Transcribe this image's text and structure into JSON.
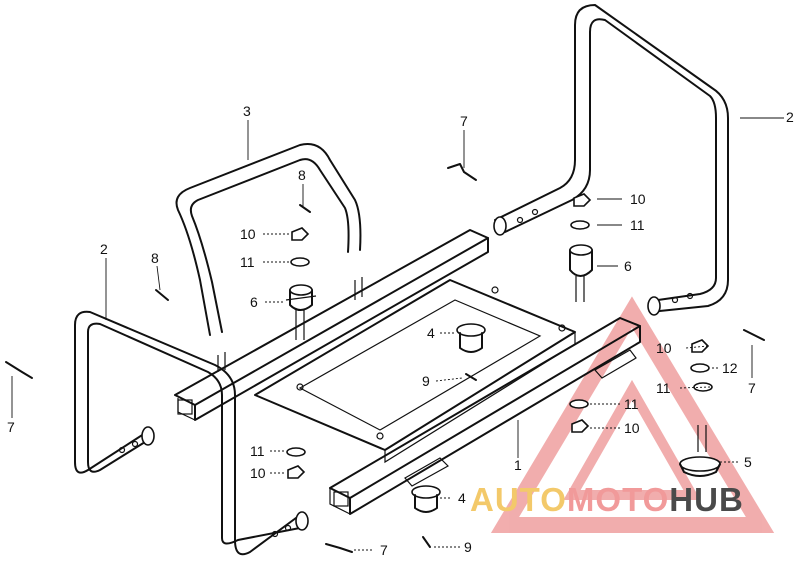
{
  "callouts": {
    "c2_top": "2",
    "c3": "3",
    "c7_top": "7",
    "c8_mid": "8",
    "c10_mid": "10",
    "c11_mid": "11",
    "c6_mid": "6",
    "c2_left": "2",
    "c8_left": "8",
    "c10_r1": "10",
    "c11_r1": "11",
    "c6_r": "6",
    "c4_mid": "4",
    "c9_mid": "9",
    "c7_left": "7",
    "c11_low": "11",
    "c10_low": "10",
    "c1": "1",
    "c4_low": "4",
    "c7_low": "7",
    "c9_low": "9",
    "c11_r2": "11",
    "c10_r2": "10",
    "c10_r3": "10",
    "c12": "12",
    "c11_r3": "11",
    "c7_right": "7",
    "c5": "5"
  },
  "watermark": {
    "part1": "AUTO",
    "part2": "MOTO",
    "part3": "HUB",
    "color_auto": "#f3c96a",
    "color_moto": "#f19a9a",
    "color_hub": "#4a4a4a",
    "triangle_color": "#e76b6b"
  }
}
